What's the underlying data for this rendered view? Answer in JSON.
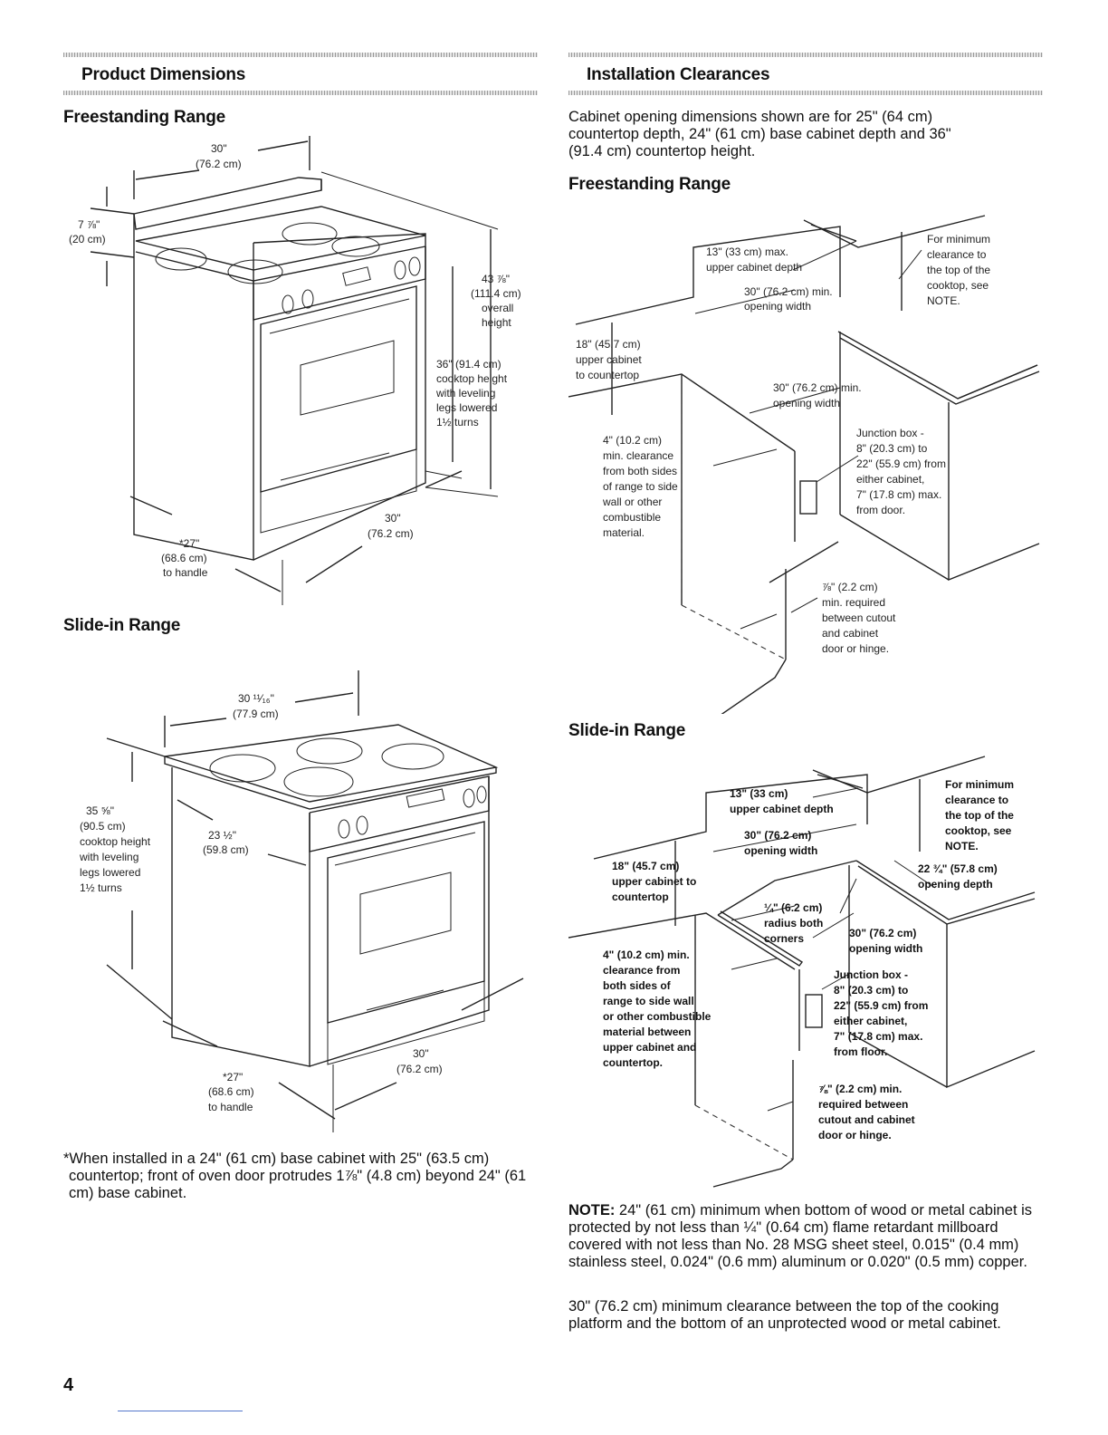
{
  "left": {
    "header": "Product Dimensions",
    "freestanding_title": "Freestanding Range",
    "fs_labels": {
      "width_in": "30\"",
      "width_cm": "(76.2 cm)",
      "back_in": "7 ⅞\"",
      "back_cm": "(20 cm)",
      "overall_in": "43 ⅞\"",
      "overall_cm": "(111.4 cm)",
      "overall_l1": "overall",
      "overall_l2": "height",
      "cooktop_l1": "36\" (91.4 cm)",
      "cooktop_l2": "cooktop height",
      "cooktop_l3": "with leveling",
      "cooktop_l4": "legs lowered",
      "cooktop_l5": "1½ turns",
      "depth_in": "30\"",
      "depth_cm": "(76.2 cm)",
      "handle_in": "*27\"",
      "handle_cm": "(68.6 cm)",
      "handle_l": "to handle"
    },
    "slidein_title": "Slide-in Range",
    "si_labels": {
      "width_in": "30 ¹¹⁄₁₆\"",
      "width_cm": "(77.9 cm)",
      "h_in": "35 ⅝\"",
      "h_cm": "(90.5 cm)",
      "h_l1": "cooktop height",
      "h_l2": "with leveling",
      "h_l3": "legs lowered",
      "h_l4": "1½ turns",
      "d_in": "23 ½\"",
      "d_cm": "(59.8 cm)",
      "depth_in": "30\"",
      "depth_cm": "(76.2 cm)",
      "handle_in": "*27\"",
      "handle_cm": "(68.6 cm)",
      "handle_l": "to handle"
    },
    "footnote": "*When installed in a 24\" (61 cm) base cabinet with 25\" (63.5 cm) countertop; front of oven door protrudes 1⅞\" (4.8 cm) beyond 24\" (61 cm) base cabinet."
  },
  "right": {
    "header": "Installation Clearances",
    "intro": "Cabinet opening dimensions shown are for 25\" (64 cm) countertop depth, 24\" (61 cm) base cabinet depth and 36\" (91.4 cm) countertop height.",
    "freestanding_title": "Freestanding Range",
    "fs_labels": {
      "cab_depth_1": "13\" (33 cm) max.",
      "cab_depth_2": "upper cabinet depth",
      "open_w_1": "30\" (76.2 cm) min.",
      "open_w_2": "opening width",
      "min_top_1": "For minimum",
      "min_top_2": "clearance to",
      "min_top_3": "the top of the",
      "min_top_4": "cooktop, see",
      "min_top_5": "NOTE.",
      "upper_1": "18\" (45.7 cm)",
      "upper_2": "upper cabinet",
      "upper_3": "to countertop",
      "open_w2_1": "30\" (76.2 cm) min.",
      "open_w2_2": "opening width",
      "side_1": "4\" (10.2 cm)",
      "side_2": "min. clearance",
      "side_3": "from both sides",
      "side_4": "of range to side",
      "side_5": "wall or other",
      "side_6": "combustible",
      "side_7": "material.",
      "jb_1": "Junction box -",
      "jb_2": "8\" (20.3 cm) to",
      "jb_3": "22\" (55.9 cm) from",
      "jb_4": "either cabinet,",
      "jb_5": "7\" (17.8 cm) max.",
      "jb_6": "from door.",
      "gap_1": "⅞\" (2.2 cm)",
      "gap_2": "min. required",
      "gap_3": "between cutout",
      "gap_4": "and cabinet",
      "gap_5": "door or hinge."
    },
    "slidein_title": "Slide-in Range",
    "si_labels": {
      "cab_depth_1": "13\" (33 cm)",
      "cab_depth_2": "upper cabinet depth",
      "open_w_1": "30\" (76.2 cm)",
      "open_w_2": "opening width",
      "min_top_1": "For minimum",
      "min_top_2": "clearance to",
      "min_top_3": "the top of the",
      "min_top_4": "cooktop, see",
      "min_top_5": "NOTE.",
      "upper_1": "18\" (45.7 cm)",
      "upper_2": "upper cabinet to",
      "upper_3": "countertop",
      "depth_1": "22 ¾\" (57.8 cm)",
      "depth_2": "opening depth",
      "radius_1": "¼\" (6.2 cm)",
      "radius_2": "radius both",
      "radius_3": "corners",
      "open_w2_1": "30\" (76.2 cm)",
      "open_w2_2": "opening width",
      "side_1": "4\" (10.2 cm) min.",
      "side_2": "clearance from",
      "side_3": "both sides of",
      "side_4": "range to side wall",
      "side_5": "or other combustible",
      "side_6": "material between",
      "side_7": "upper cabinet and",
      "side_8": "countertop.",
      "jb_1": "Junction box -",
      "jb_2": "8\" (20.3 cm) to",
      "jb_3": "22\" (55.9 cm) from",
      "jb_4": "either cabinet,",
      "jb_5": "7\" (17.8 cm) max.",
      "jb_6": "from floor.",
      "gap_1": "⅞\" (2.2 cm) min.",
      "gap_2": "required between",
      "gap_3": "cutout and cabinet",
      "gap_4": "door or hinge."
    },
    "note_label": "NOTE:",
    "note_text": " 24\" (61 cm) minimum when bottom of wood or metal cabinet is protected by not less than ¼\" (0.64 cm) flame retardant millboard covered with not less than No. 28 MSG sheet steel, 0.015\" (0.4 mm) stainless steel, 0.024\" (0.6 mm) aluminum or 0.020\" (0.5 mm) copper.",
    "note2": "30\" (76.2 cm) minimum clearance between the top of the cooking platform and the bottom of an unprotected wood or metal cabinet."
  },
  "page_number": "4"
}
